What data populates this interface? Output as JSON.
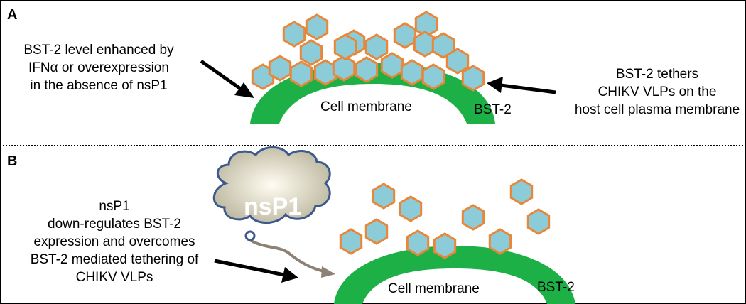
{
  "panel_a": {
    "letter": "A",
    "left_text": [
      "BST-2 level enhanced by",
      "IFNα or overexpression",
      "in the absence of nsP1"
    ],
    "right_text": [
      "BST-2 tethers",
      "CHIKV VLPs on the",
      "host cell plasma membrane"
    ],
    "membrane_label": "Cell membrane",
    "bst2_label": "BST-2"
  },
  "panel_b": {
    "letter": "B",
    "left_text": [
      "nsP1",
      "down-regulates BST-2",
      "expression and overcomes",
      "BST-2 mediated tethering of",
      "CHIKV VLPs"
    ],
    "cloud_label": "nsP1",
    "membrane_label": "Cell membrane",
    "bst2_label": "BST-2"
  },
  "colors": {
    "membrane": "#1db046",
    "vlp_fill": "#8ccbd8",
    "vlp_stroke": "#e8873a",
    "cloud_fill": "#b9b39a",
    "cloud_stroke": "#3d5a8c",
    "arrow": "#000000",
    "pathway_arrow": "#8c8174"
  }
}
